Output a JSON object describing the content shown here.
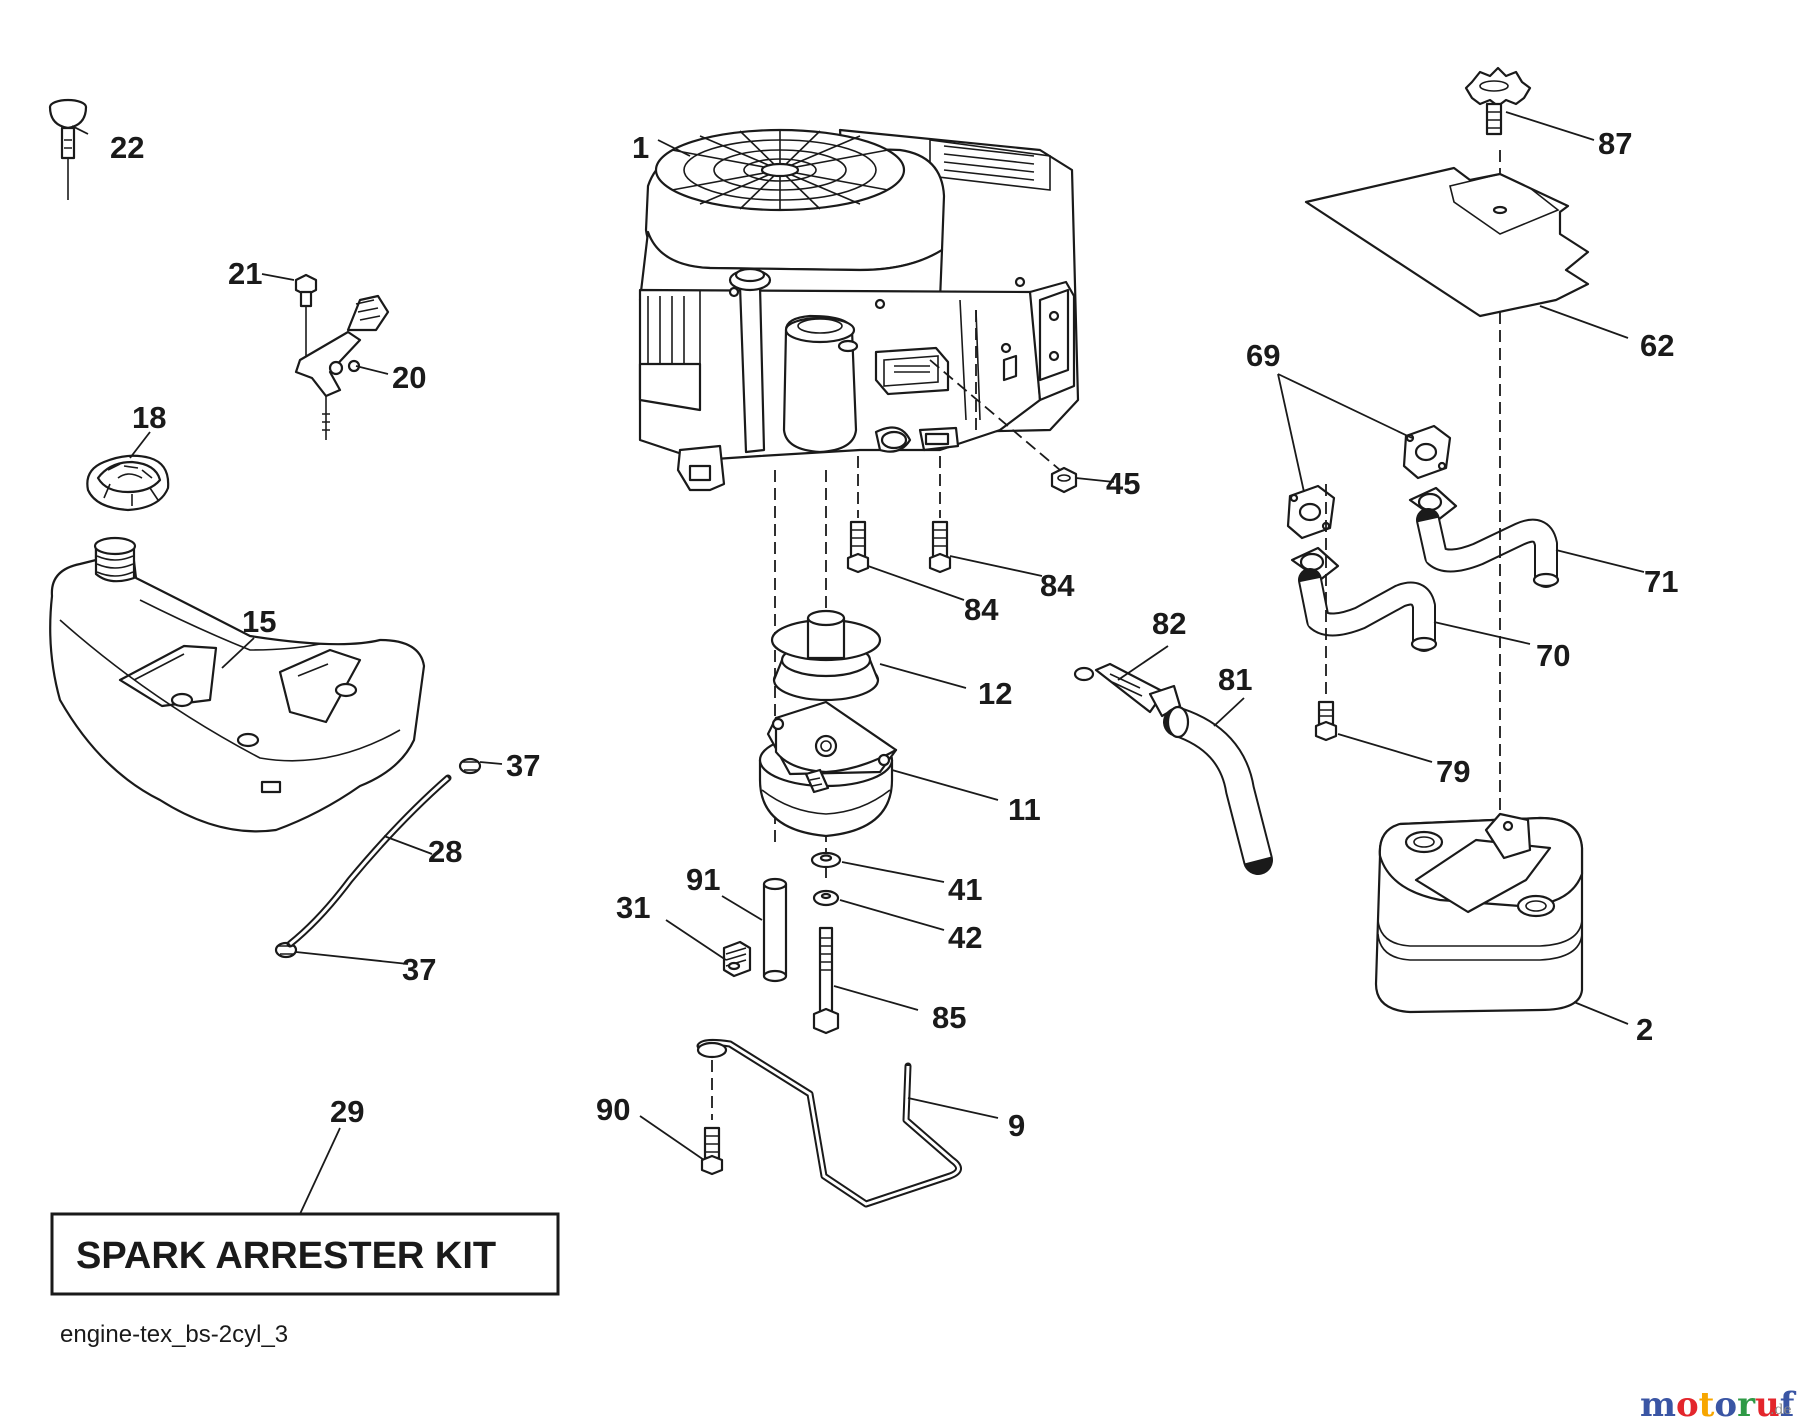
{
  "callouts": {
    "c1": "1",
    "c2": "2",
    "c9": "9",
    "c11": "11",
    "c12": "12",
    "c15": "15",
    "c18": "18",
    "c20": "20",
    "c21": "21",
    "c22": "22",
    "c28": "28",
    "c29": "29",
    "c31": "31",
    "c37a": "37",
    "c37b": "37",
    "c41": "41",
    "c42": "42",
    "c45": "45",
    "c62": "62",
    "c69": "69",
    "c70": "70",
    "c71": "71",
    "c79": "79",
    "c81": "81",
    "c82": "82",
    "c84a": "84",
    "c84b": "84",
    "c85": "85",
    "c87": "87",
    "c90": "90",
    "c91": "91"
  },
  "kit_label": "SPARK ARRESTER KIT",
  "diagram_code": "engine-tex_bs-2cyl_3",
  "watermark": {
    "text": "motoruf",
    "suffix": ".de",
    "letter_colors": [
      "#3a55a4",
      "#e3262c",
      "#f7a600",
      "#3a55a4",
      "#2e9a46",
      "#e3262c",
      "#3a55a4"
    ]
  }
}
